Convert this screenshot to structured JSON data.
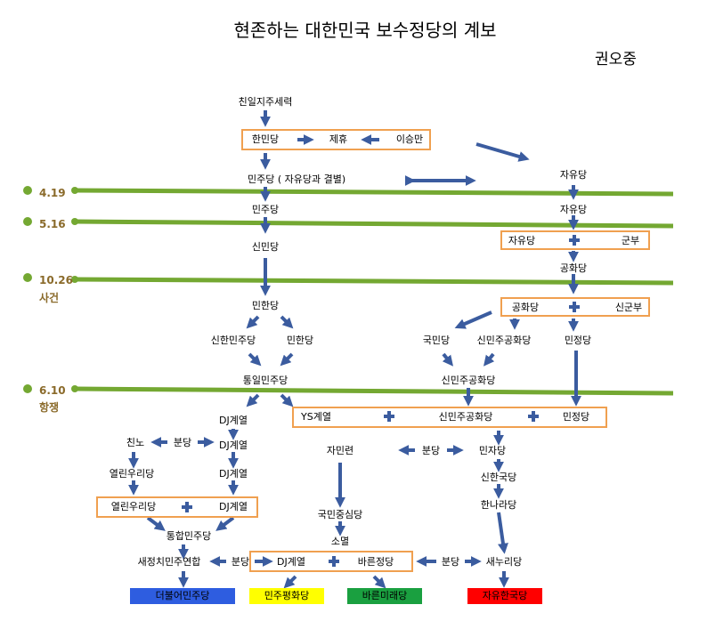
{
  "title": "현존하는 대한민국 보수정당의 계보",
  "author": "권오중",
  "colors": {
    "timeline": "#74a832",
    "arrow": "#3b5c9f",
    "box_border": "#f0a050",
    "era_label": "#8a6a2a",
    "democratic": "#2e5de0",
    "peace": "#ffff00",
    "bareun_mirae": "#1aa040",
    "liberty_korea": "#ff0000"
  },
  "eras": {
    "e419": "4.19",
    "e516": "5.16",
    "e1026": "10.26",
    "e1026_sub": "사건",
    "e610": "6.10",
    "e610_sub": "항쟁"
  },
  "nodes": {
    "chinil": "친일지주세력",
    "hanmin": "한민당",
    "jehyu": "제휴",
    "syngman": "이승만",
    "jayu1": "자유당",
    "minju_split": "민주당 ( 자유당과 결별)",
    "minju2": "민주당",
    "jayu2": "자유당",
    "jayu3": "자유당",
    "gunbu": "군부",
    "sinmin": "신민당",
    "gonghwa1": "공화당",
    "minhan1": "민한당",
    "gonghwa2": "공화당",
    "singunbu": "신군부",
    "sinhanminju": "신한민주당",
    "minhan2": "민한당",
    "kukmin": "국민당",
    "sinminju_gh1": "신민주공화당",
    "minjeong1": "민정당",
    "tongil": "통일민주당",
    "sinminju_gh2": "신민주공화당",
    "ys": "YS계열",
    "sinminju_gh3": "신민주공화당",
    "minjeong2": "민정당",
    "dj1": "DJ계열",
    "chinno": "친노",
    "bundang1": "분당",
    "dj2": "DJ계열",
    "jaminryeon": "자민련",
    "bundang2": "분당",
    "minja": "민자당",
    "yeollin1": "열린우리당",
    "dj3": "DJ계열",
    "sinhanguk": "신한국당",
    "yeollin2": "열린우리당",
    "dj4": "DJ계열",
    "hannara": "한나라당",
    "kukminjungsim": "국민중심당",
    "tonghap": "통합민주당",
    "somyeol": "소멸",
    "saejeongchi": "새정치민주연합",
    "bundang3": "분당",
    "dj5": "DJ계열",
    "bareunjeong": "바른정당",
    "bundang4": "분당",
    "saenuri": "새누리당"
  },
  "current": {
    "deobureo": "더불어민주당",
    "minjupyeonghwa": "민주평화당",
    "bareunmirae": "바른미래당",
    "jayuhanguk": "자유한국당"
  }
}
